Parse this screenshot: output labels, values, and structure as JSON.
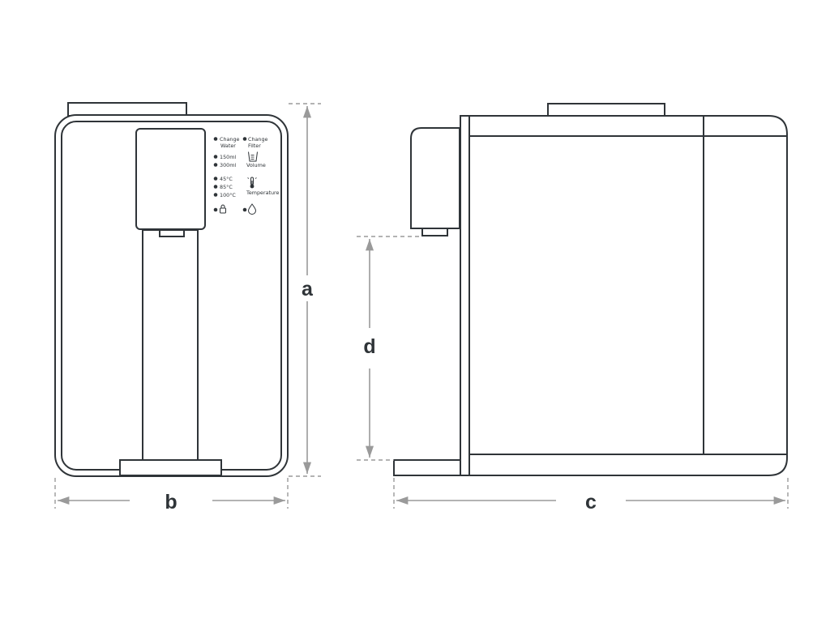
{
  "dimensions": {
    "a": "a",
    "b": "b",
    "c": "c",
    "d": "d"
  },
  "control_panel": {
    "change_water": [
      "Change",
      "Water"
    ],
    "change_filter": [
      "Change",
      "Filter"
    ],
    "volumes": [
      "150ml",
      "300ml"
    ],
    "volume_label": "Volume",
    "temperatures": [
      "45°C",
      "85°C",
      "100°C"
    ],
    "temperature_label": "Temperature"
  },
  "icons": [
    "cup-icon",
    "thermometer-icon",
    "lock-icon",
    "water-drop-icon"
  ],
  "colors": {
    "outline": "#2f3438",
    "dimension_lines": "#9a9a9a",
    "background": "#ffffff"
  }
}
